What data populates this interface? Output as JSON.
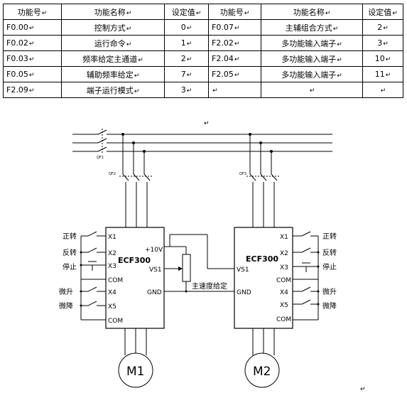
{
  "table": {
    "headers": [
      "功能号",
      "功能名称",
      "设定值",
      "功能号",
      "功能名称",
      "设定值"
    ],
    "rows": [
      [
        "F0.00",
        "控制方式",
        "0",
        "F0.07",
        "主辅组合方式",
        "2"
      ],
      [
        "F0.02",
        "运行命令",
        "1",
        "F2.02",
        "多功能输入端子",
        "3"
      ],
      [
        "F0.03",
        "频率给定主通道",
        "2",
        "F2.04",
        "多功能输入端子",
        "10"
      ],
      [
        "F0.05",
        "辅助频率给定",
        "7",
        "F2.05",
        "多功能输入端子",
        "11"
      ],
      [
        "F2.09",
        "端子运行模式",
        "3",
        "",
        "",
        ""
      ]
    ],
    "cell_mark": "↵"
  },
  "diagram": {
    "breakers": {
      "qf1": "QF1",
      "qf2": "QF2",
      "qf3": "QF3"
    },
    "left_drive": {
      "model": "ECF300",
      "inputs": [
        "X1",
        "X2",
        "X3",
        "COM",
        "X4",
        "X5",
        "COM"
      ],
      "input_labels": [
        "正转",
        "反转",
        "停止",
        "微升",
        "微降"
      ],
      "outputs": [
        "+10V",
        "VS1",
        "GND"
      ]
    },
    "right_drive": {
      "model": "ECF300",
      "inputs": [
        "X1",
        "X2",
        "X3",
        "COM",
        "X4",
        "X5",
        "COM"
      ],
      "input_labels": [
        "正转",
        "反转",
        "停止",
        "微升",
        "微降"
      ],
      "outputs": [
        "VS1",
        "GND"
      ]
    },
    "pot_label": "主速度给定",
    "motors": [
      "M1",
      "M2"
    ]
  }
}
